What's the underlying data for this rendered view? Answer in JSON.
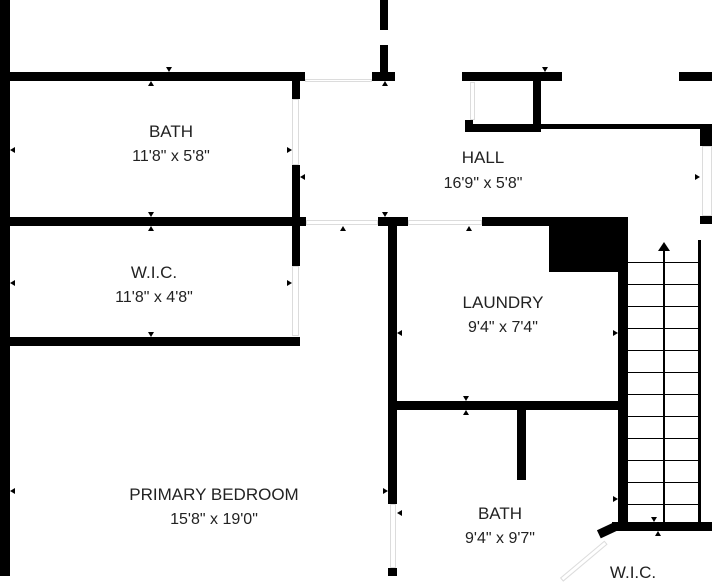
{
  "rooms": {
    "bath_upper": {
      "name": "BATH",
      "dims": "11'8\" x 5'8\""
    },
    "hall": {
      "name": "HALL",
      "dims": "16'9\" x 5'8\""
    },
    "wic_left": {
      "name": "W.I.C.",
      "dims": "11'8\" x 4'8\""
    },
    "laundry": {
      "name": "LAUNDRY",
      "dims": "9'4\" x 7'4\""
    },
    "primary_bedroom": {
      "name": "PRIMARY BEDROOM",
      "dims": "15'8\" x 19'0\""
    },
    "bath_lower": {
      "name": "BATH",
      "dims": "9'4\" x 9'7\""
    },
    "wic_right": {
      "name": "W.I.C."
    }
  },
  "colors": {
    "wall": "#000000",
    "background": "#ffffff",
    "text": "#222222"
  },
  "icons": {
    "stair_arrow": "up-arrow-icon"
  }
}
